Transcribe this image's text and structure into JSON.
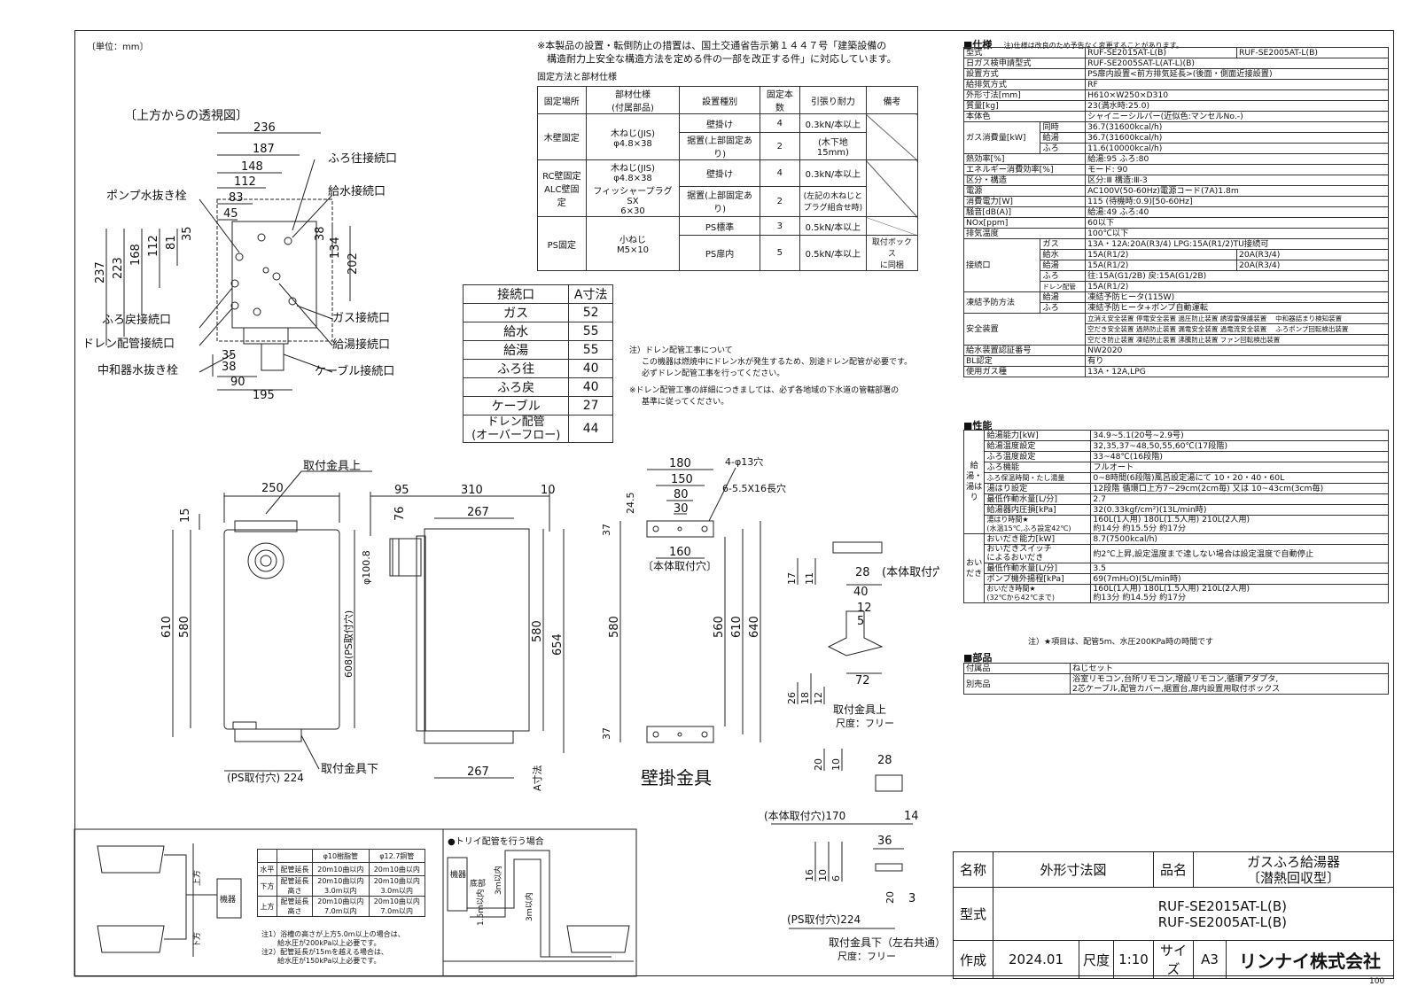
{
  "unit_label": "〔単位：mm〕",
  "page_number": "100",
  "notice": {
    "line1": "※本製品の設置・転倒防止の措置は、国土交通省告示第１４４７号「建築設備の",
    "line2": "　構造耐力上安全な構造方法を定める件の一部を改正する件」に対応しています。"
  },
  "fixing_table": {
    "title": "固定方法と部材仕様",
    "headers": [
      "固定場所",
      "部材仕様\n(付属部品)",
      "設置種別",
      "固定本数",
      "引張り耐力",
      "備考"
    ],
    "rows": [
      {
        "place": "木壁固定",
        "material": "木ねじ(JIS)\nφ4.8×38",
        "types": [
          "壁掛け",
          "据置(上部固定あり)"
        ],
        "counts": [
          "4",
          "2"
        ],
        "strength": [
          "0.3kN/本以上",
          "(木下地15mm)"
        ],
        "note": ""
      },
      {
        "place": "RC壁固定\nALC壁固定",
        "material": "木ねじ(JIS)\nφ4.8×38\nフィッシャープラグSX\n6×30",
        "types": [
          "壁掛け",
          "据置(上部固定あり)"
        ],
        "counts": [
          "4",
          "2"
        ],
        "strength": [
          "0.3kN/本以上",
          "(左記の木ねじと\nプラグ組合せ時)"
        ],
        "note": ""
      },
      {
        "place": "PS固定",
        "material": "小ねじ\nM5×10",
        "types": [
          "PS標準",
          "PS扉内"
        ],
        "counts": [
          "3",
          "5"
        ],
        "strength": [
          "0.5kN/本以上",
          "0.5kN/本以上"
        ],
        "note": "取付ボックス\nに同梱"
      }
    ]
  },
  "a_dim_table": {
    "headers": [
      "接続口",
      "A寸法"
    ],
    "rows": [
      [
        "ガス",
        "52"
      ],
      [
        "給水",
        "55"
      ],
      [
        "給湯",
        "55"
      ],
      [
        "ふろ往",
        "40"
      ],
      [
        "ふろ戻",
        "40"
      ],
      [
        "ケーブル",
        "27"
      ],
      [
        "ドレン配管\n(オーバーフロー)",
        "44"
      ]
    ]
  },
  "drain_note": {
    "l1": "注）ドレン配管工事について",
    "l2": "この機器は燃焼中にドレン水が発生するため、別途ドレン配管が必要です。",
    "l3": "必ずドレン配管工事を行ってください。",
    "l4": "※ドレン配管工事の詳細につきましては、必ず各地域の下水道の管轄部署の",
    "l5": "基準に従ってください。"
  },
  "top_view": {
    "title": "〔上方からの透視図〕",
    "labels": [
      "ポンプ水抜き栓",
      "ふろ往接続口",
      "給水接続口",
      "ふろ戻接続口",
      "ガス接続口",
      "ドレン配管接続口",
      "給湯接続口",
      "中和器水抜き栓",
      "ケーブル接続口"
    ],
    "dims": [
      "236",
      "187",
      "148",
      "112",
      "83",
      "45",
      "35",
      "81",
      "112",
      "168",
      "223",
      "237",
      "38",
      "134",
      "202",
      "35",
      "38",
      "90",
      "195"
    ]
  },
  "front_view": {
    "label_top": "取付金具上",
    "label_bottom": "取付金具下",
    "dims": [
      "250",
      "15",
      "610",
      "580",
      "608(PS取付穴)",
      "(PS取付穴) 224"
    ]
  },
  "side_view": {
    "dims": [
      "95",
      "310",
      "10",
      "76",
      "267",
      "φ100.8",
      "580",
      "654",
      "267",
      "A寸法"
    ]
  },
  "bracket_view": {
    "title": "壁掛金具",
    "dims": [
      "180",
      "150",
      "80",
      "30",
      "4-φ13穴",
      "6-5.5X16長穴",
      "24.5",
      "37",
      "160",
      "〔本体取付穴〕",
      "580",
      "560",
      "610",
      "640",
      "37"
    ]
  },
  "upper_bracket": {
    "label": "取付金具上",
    "scale": "尺度：フリー",
    "dims": [
      "28",
      "(本体取付穴)",
      "17",
      "11",
      "40",
      "12",
      "5",
      "26",
      "18",
      "12",
      "72"
    ]
  },
  "lower_bracket": {
    "label": "取付金具下（左右共通）",
    "scale": "尺度：フリー",
    "dims": [
      "20",
      "10",
      "28",
      "(本体取付穴)170",
      "14",
      "16",
      "10",
      "6",
      "36",
      "20",
      "3",
      "(PS取付穴)224"
    ]
  },
  "pipe_table": {
    "headers": [
      "",
      "",
      "φ10樹脂管",
      "φ12.7銅管"
    ],
    "rows": [
      [
        "水平",
        "配管延長",
        "20m10曲以内",
        "20m10曲以内"
      ],
      [
        "下方",
        "配管延長\n高さ",
        "20m10曲以内\n3.0m以内",
        "20m10曲以内\n3.0m以内"
      ],
      [
        "上方",
        "配管延長\n高さ",
        "20m10曲以内\n7.0m以内",
        "20m10曲以内\n7.0m以内"
      ]
    ],
    "note1": "注1）浴槽の高さが上方5.0m以上の場合は、",
    "note1b": "給水圧が200kPa以上必要です。",
    "note2": "注2）配管延長が15mを越える場合は、",
    "note2b": "給水圧が150kPa以上必要です。",
    "up": "上方",
    "down": "下方",
    "device": "機器"
  },
  "trap_diagram": {
    "title": "●トリイ配管を行う場合",
    "device": "機器",
    "bottom": "底部",
    "h1": "3ｍ以内",
    "h2": "1.5ｍ以内",
    "h3": "3ｍ以内"
  },
  "spec": {
    "title": "■仕様",
    "note": "注)仕様は改良のため予告なく変更することがあります。",
    "rows": [
      [
        "型式",
        "RUF-SE2015AT-L(B)",
        "RUF-SE2005AT-L(B)"
      ],
      [
        "日ガス検申請型式",
        "RUF-SE2005SAT-L(AT-L)(B)",
        ""
      ],
      [
        "設置方式",
        "PS扉内設置<前方排気延長>(後面・側面近接設置)",
        ""
      ],
      [
        "給排気方式",
        "RF",
        ""
      ],
      [
        "外形寸法[mm]",
        "H610×W250×D310",
        ""
      ],
      [
        "質量[kg]",
        "23(満水時:25.0)",
        ""
      ],
      [
        "本体色",
        "シャイニーシルバー(近似色:マンセルNo.-)",
        ""
      ]
    ],
    "gas_label": "ガス消費量[kW]",
    "gas_rows": [
      [
        "同時",
        "36.7(31600kcal/h)"
      ],
      [
        "給湯",
        "36.7(31600kcal/h)"
      ],
      [
        "ふろ",
        "11.6(10000kcal/h)"
      ]
    ],
    "rows2": [
      [
        "熱効率[%]",
        "給湯:95 ふろ:80"
      ],
      [
        "エネルギー消費効率[%]",
        "モード: 90"
      ],
      [
        "区分・構造",
        "区分:Ⅲ 構造:Ⅲ-3"
      ],
      [
        "電源",
        "AC100V(50-60Hz)電源コード(7A)1.8m"
      ],
      [
        "消費電力[W]",
        "115 (待機時:0.9)[50-60Hz]"
      ],
      [
        "騒音[dB(A)]",
        "給湯:49 ふろ:40"
      ],
      [
        "NOx[ppm]",
        "60以下"
      ],
      [
        "排気温度",
        "100℃以下"
      ]
    ],
    "conn_label": "接続口",
    "conn_rows": [
      [
        "ガス",
        "13A・12A:20A(R3/4) LPG:15A(R1/2)TU接続可",
        ""
      ],
      [
        "給水",
        "15A(R1/2)",
        "20A(R3/4)"
      ],
      [
        "給湯",
        "15A(R1/2)",
        "20A(R3/4)"
      ],
      [
        "ふろ",
        "往:15A(G1/2B) 戻:15A(G1/2B)",
        ""
      ],
      [
        "ドレン配管",
        "15A(R1/2)",
        ""
      ]
    ],
    "freeze_label": "凍結予防方法",
    "freeze_rows": [
      [
        "給湯",
        "凍結予防ヒータ(115W)"
      ],
      [
        "ふろ",
        "凍結予防ヒータ+ポンプ自動運転"
      ]
    ],
    "safety_label": "安全装置",
    "safety_rows": [
      "立消え安全装置 停電安全装置 過圧防止装置 誘導雷保護装置 　中和器詰まり検知装置",
      "空だき安全装置 過熱防止装置 漏電安全装置 過電流安全装置 　ふろポンプ回転検出装置",
      "空だき防止装置 凍結防止装置 沸騰防止装置 ファン回転検出装置"
    ],
    "rows3": [
      [
        "給水装置認証番号",
        "NW2020"
      ],
      [
        "BL認定",
        "有り"
      ],
      [
        "使用ガス種",
        "13A・12A,LPG"
      ]
    ]
  },
  "performance": {
    "title": "■性能",
    "side1": "給湯・湯はり",
    "side2": "おいだき",
    "rows": [
      [
        "給湯能力[kW]",
        "34.9~5.1(20号~2.9号)"
      ],
      [
        "給湯温度設定",
        "32,35,37~48,50,55,60℃(17段階)"
      ],
      [
        "ふろ温度設定",
        "33~48℃(16段階)"
      ],
      [
        "ふろ機能",
        "フルオート"
      ],
      [
        "ふろ保温時間・たし湯量",
        "0~8時間(6段階)風呂設定湯にて 10・20・40・60L"
      ],
      [
        "湯はり設定",
        "12段階 循環口上方7~29cm(2cm毎) 又は 10~43cm(3cm毎)"
      ],
      [
        "最低作動水量[L/分]",
        "2.7"
      ],
      [
        "給湯器内圧損[kPa]",
        "32(0.33kgf/cm²)(13L/min時)"
      ],
      [
        "湯はり時間★\n(水温15℃,ふろ設定42℃)",
        "160L(1人用) 180L(1.5人用) 210L(2人用)\n約14分 約15.5分 約17分"
      ],
      [
        "おいだき能力[kW]",
        "8.7(7500kcal/h)"
      ],
      [
        "おいだきスイッチ\nによるおいだき",
        "約2℃上昇,設定温度まで達しない場合は設定温度で自動停止"
      ],
      [
        "最低作動水量[L/分]",
        "3.5"
      ],
      [
        "ポンプ機外揚程[kPa]",
        "69(7mH₂O)(5L/min時)"
      ],
      [
        "おいだき時間★\n(32℃から42℃まで)",
        "160L(1人用) 180L(1.5人用) 210L(2人用)\n約13分 約14.5分 約17分"
      ]
    ],
    "note": "注）★項目は、配管5m、水圧200KPa時の時間です"
  },
  "parts": {
    "title": "■部品",
    "rows": [
      [
        "付属品",
        "ねじセット"
      ],
      [
        "別売品",
        "浴室リモコン,台所リモコン,増設リモコン,循環アダプタ,\n2芯ケーブル,配管カバー,据置台,扉内設置用取付ボックス"
      ]
    ]
  },
  "title_block": {
    "name_label": "名称",
    "name": "外形寸法図",
    "product_label": "品名",
    "product": "ガスふろ給湯器\n〔潜熱回収型〕",
    "model_label": "型式",
    "model1": "RUF-SE2015AT-L(B)",
    "model2": "RUF-SE2005AT-L(B)",
    "made_label": "作成",
    "date": "2024.01",
    "scale_label": "尺度",
    "scale": "1:10",
    "size_label": "サイズ",
    "size": "A3",
    "company": "リンナイ株式会社"
  }
}
